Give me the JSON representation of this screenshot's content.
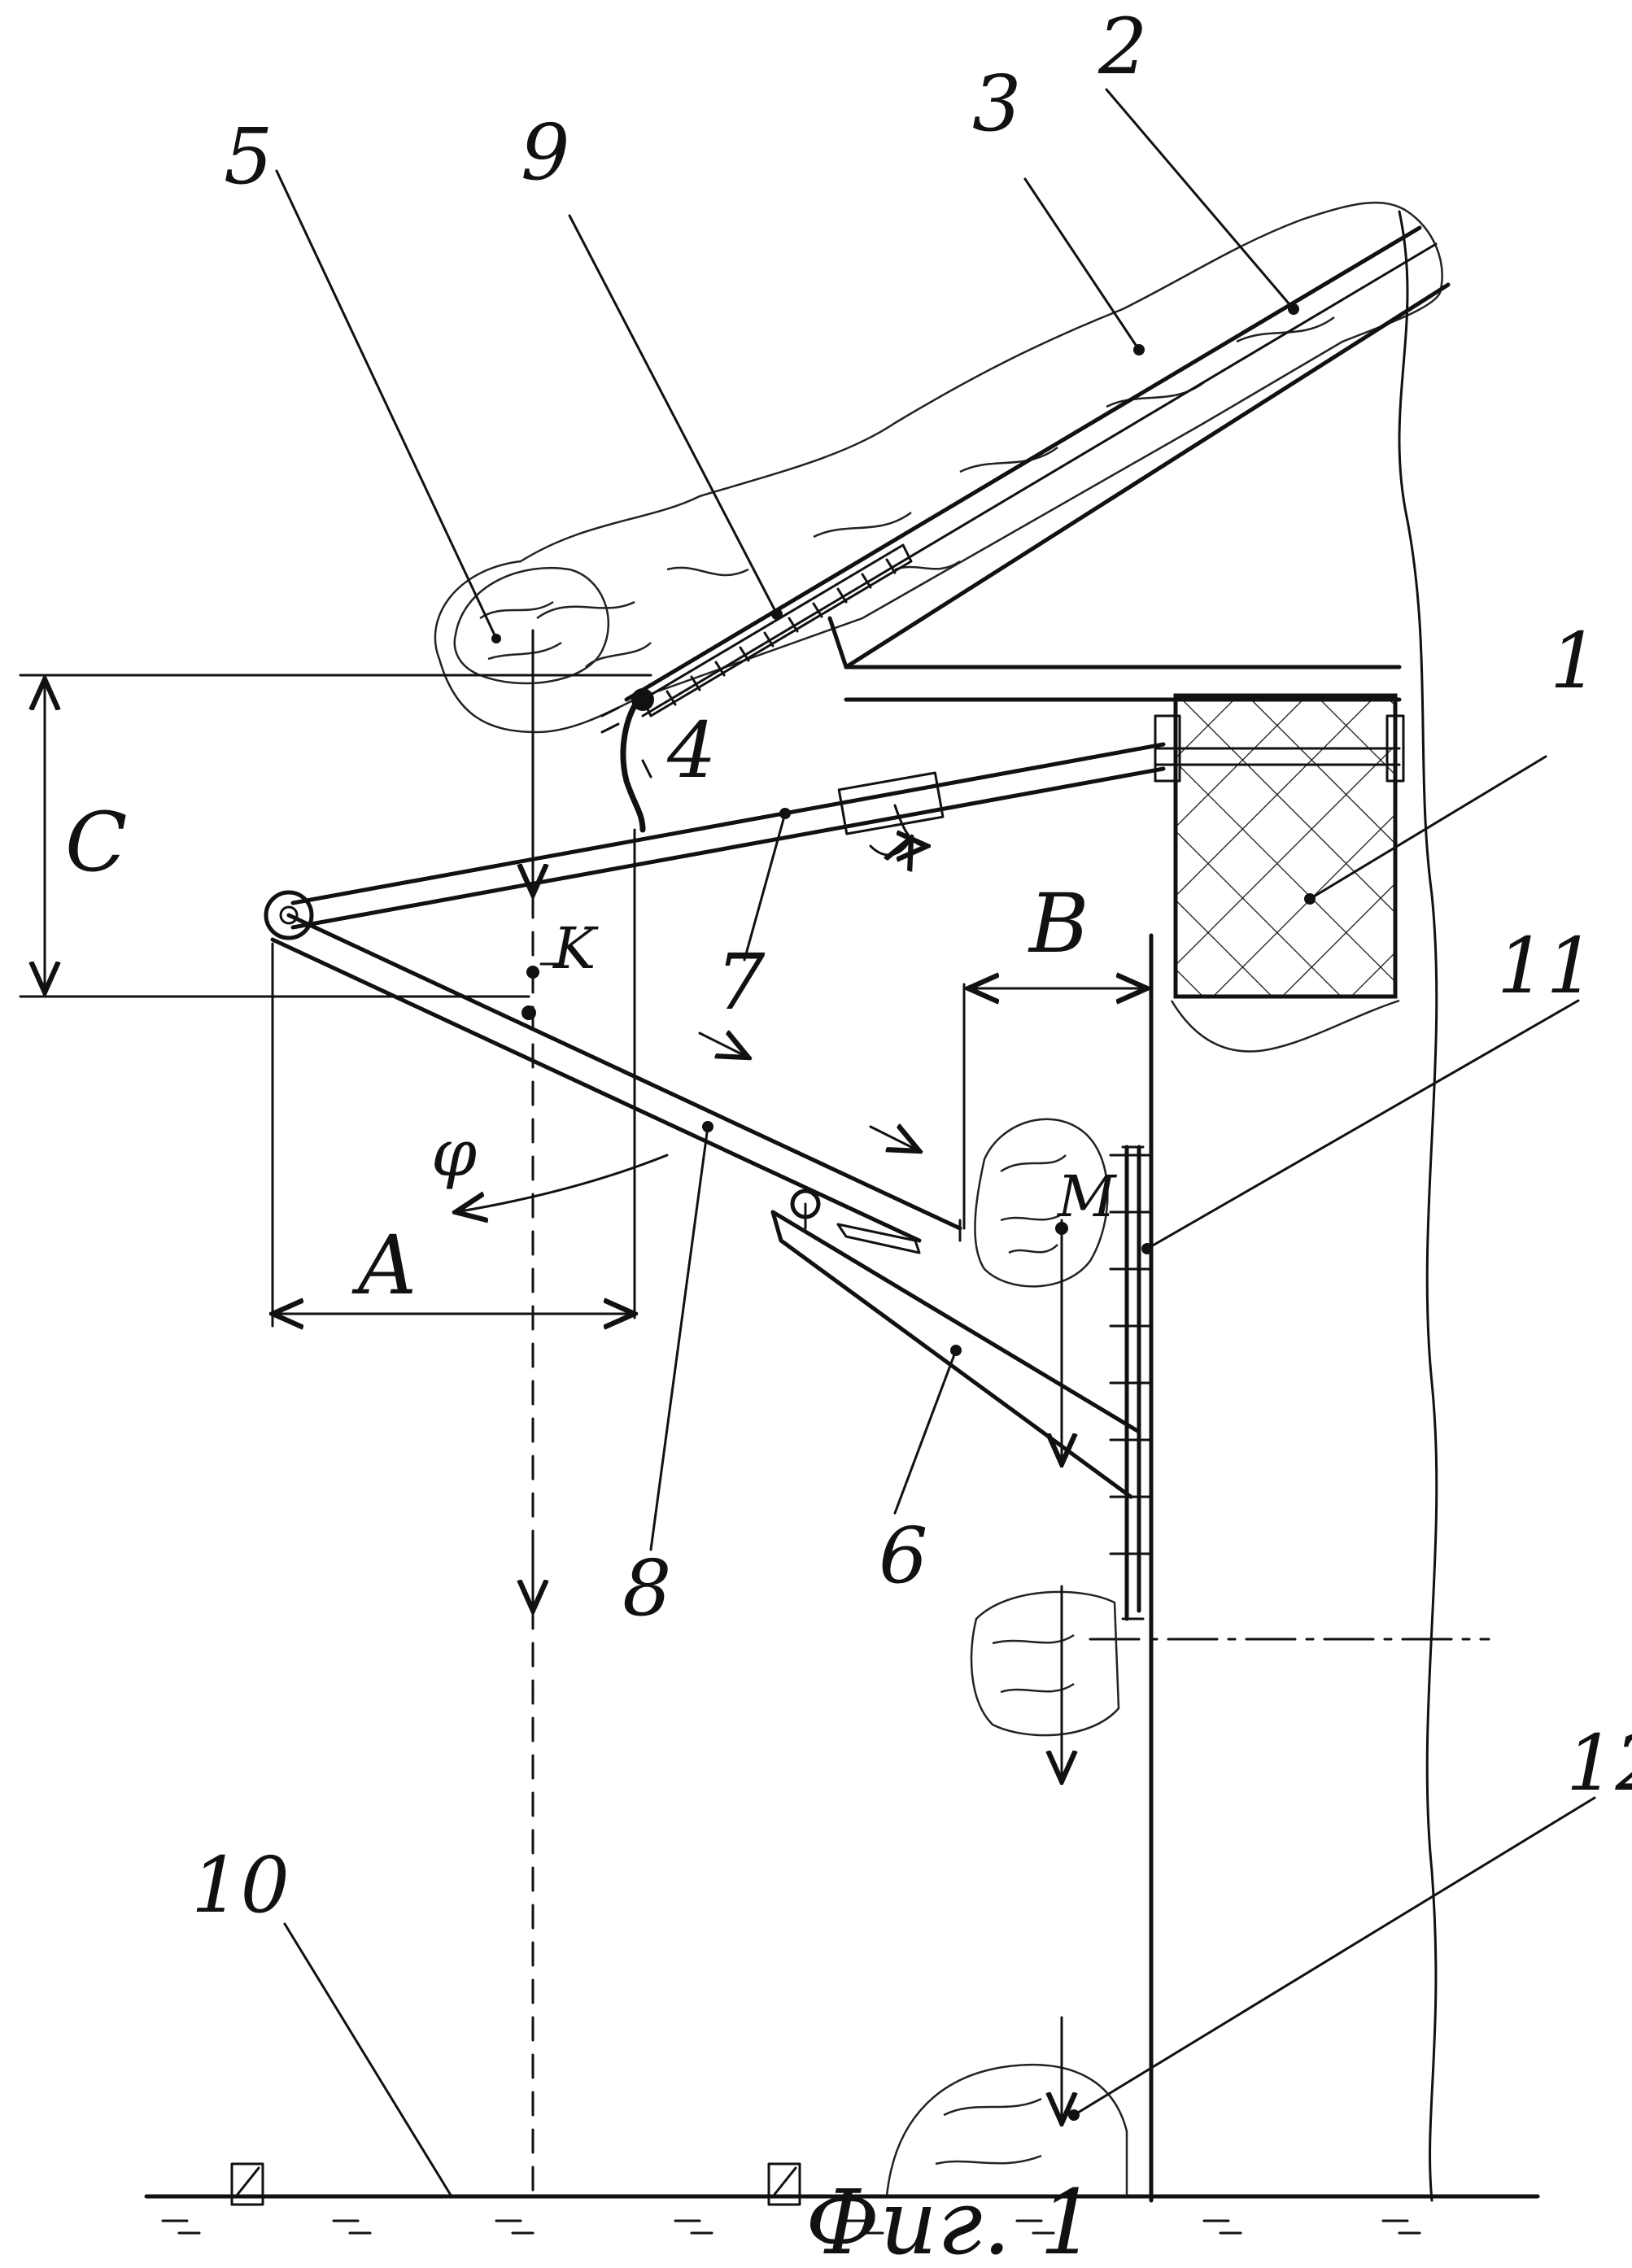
{
  "labels": {
    "n1": "1",
    "n2": "2",
    "n3": "3",
    "n4": "4",
    "n5": "5",
    "n6": "6",
    "n7": "7",
    "n8": "8",
    "n9": "9",
    "n10": "10",
    "n11": "11",
    "n12": "12",
    "dim_a": "A",
    "dim_b": "B",
    "dim_c": "C",
    "pt_k": "K",
    "pt_m": "M",
    "angle_phi": "φ"
  },
  "caption": "Фиг. 1",
  "colors": {
    "ink": "#111111",
    "paper": "#ffffff"
  }
}
